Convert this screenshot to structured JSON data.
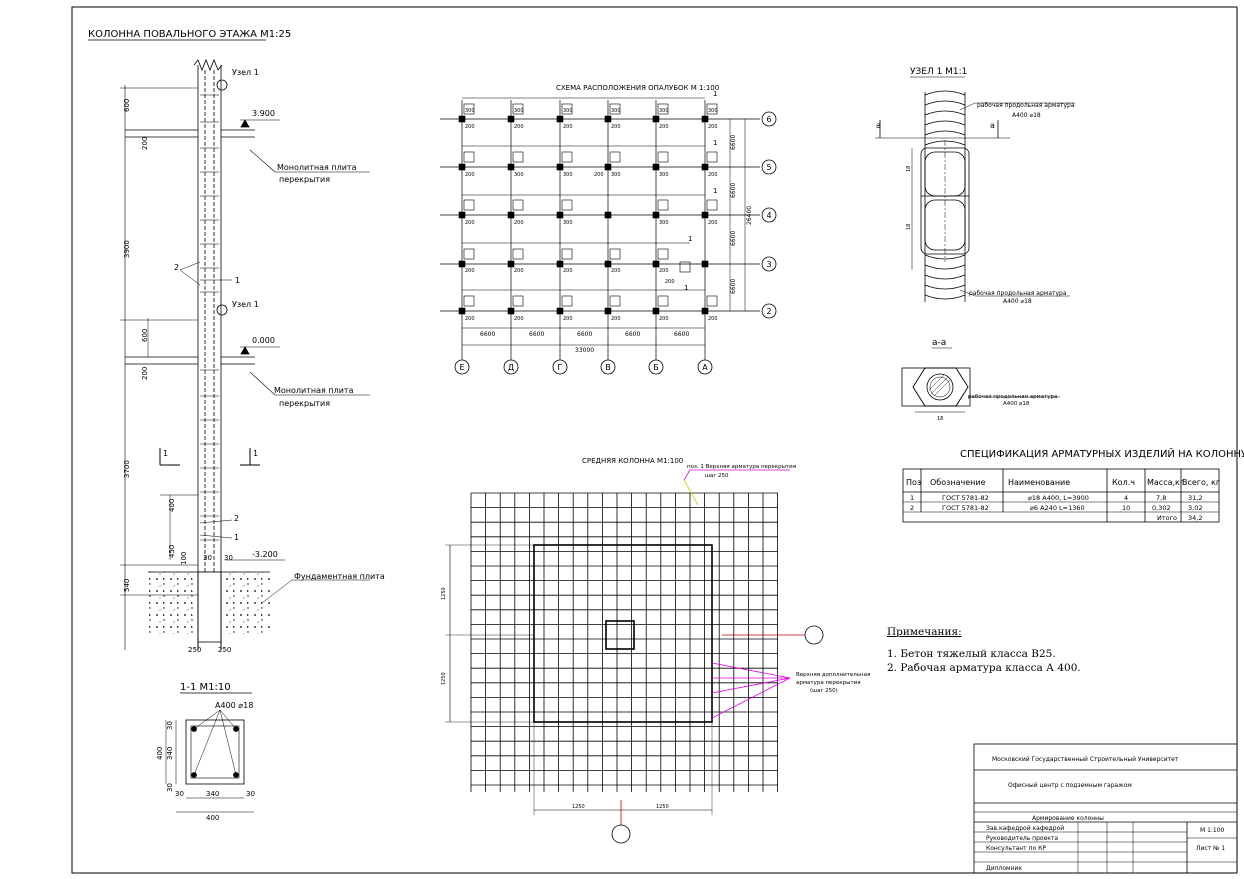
{
  "column_section": {
    "title": "КОЛОННА ПОВАЛЬНОГО ЭТАЖА  М1:25",
    "node_label": "Узел 1",
    "elev_top": "3.900",
    "elev_mid": "0.000",
    "elev_bottom": "-3.200",
    "slab_label_1": "Монолитная плита",
    "slab_label_2": "перекрытия",
    "foundation_label": "Фундаментная плита",
    "dim_600": "600",
    "dim_200": "200",
    "dim_3900": "3900",
    "dim_3700": "3700",
    "dim_400": "400",
    "dim_450": "450",
    "dim_100": "100",
    "dim_30": "30",
    "dim_540": "540",
    "dim_250": "250",
    "mark_1": "1",
    "mark_2": "2"
  },
  "section_11": {
    "title": "1-1  М1:10",
    "rebar": "А400  ⌀18",
    "d400": "400",
    "d340": "340",
    "d30": "30"
  },
  "formwork_plan": {
    "title": "СХЕМА РАСПОЛОЖЕНИЯ ОПАЛУБОК М 1:100",
    "axes_cols": [
      "Е",
      "Д",
      "Г",
      "В",
      "Б",
      "А"
    ],
    "axes_rows": [
      "6",
      "5",
      "4",
      "3",
      "2"
    ],
    "spans": [
      "6600",
      "6600",
      "6600",
      "6600",
      "6600"
    ],
    "total": "33000",
    "vert_total": "26400",
    "panel": "300",
    "panel_b": "200",
    "mark": "1"
  },
  "node_1": {
    "title": "УЗЕЛ 1  М1:1",
    "label_top": "рабочая продольная арматура",
    "label_top_2": "А400 ⌀18",
    "label_bottom": "рабочая продольная арматура",
    "label_bottom_2": "А400 ⌀18",
    "cut": "а",
    "d_a": "18",
    "d_b": "18"
  },
  "section_aa": {
    "title": "а-а",
    "label": "рабочая продольная арматура",
    "label_2": "А400 ⌀18",
    "dim": "18"
  },
  "spec": {
    "title": "СПЕЦИФИКАЦИЯ АРМАТУРНЫХ ИЗДЕЛИЙ НА КОЛОННУ",
    "headers": [
      "Поз",
      "Обозначение",
      "Наименование",
      "Кол.ч",
      "Масса,кг",
      "Всего, кг"
    ],
    "rows": [
      [
        "1",
        "ГОСТ 5781-82",
        "⌀18 А400, L=3900",
        "4",
        "7,8",
        "31,2"
      ],
      [
        "2",
        "ГОСТ 5781-82",
        "⌀6 А240 L=1360",
        "10",
        "0,302",
        "3,02"
      ]
    ],
    "total_label": "Итого",
    "total_value": "34,2"
  },
  "mesh": {
    "title": "СРЕДНЯЯ КОЛОННА М1:100",
    "label_top": "поз. 1 Верхняя арматура перекрытия",
    "label_top_2": "шаг 250",
    "label_right": "Верхняя дополнительная",
    "label_right_2": "арматура перекрытия",
    "label_right_3": "(шаг 250)",
    "dim_left": "1250",
    "dim_left_2": "1250",
    "dim_bot_1": "1250",
    "dim_bot_2": "1250"
  },
  "notes": {
    "heading": "Примечания:",
    "items": [
      "1.  Бетон тяжелый класса В25.",
      "2.  Рабочая арматура класса А 400."
    ]
  },
  "title_block": {
    "university": "Московский Государственный Строительный Университет",
    "project": "Офисный центр с подземным гаражом",
    "sheet_title": "Армирование колонны",
    "roles": [
      "Зав.кафедрой кафедрой",
      "Руководитель проекта",
      "Консультант по КР",
      "Дипломник"
    ],
    "scale": "М 1:100",
    "sheet": "Лист № 1"
  }
}
